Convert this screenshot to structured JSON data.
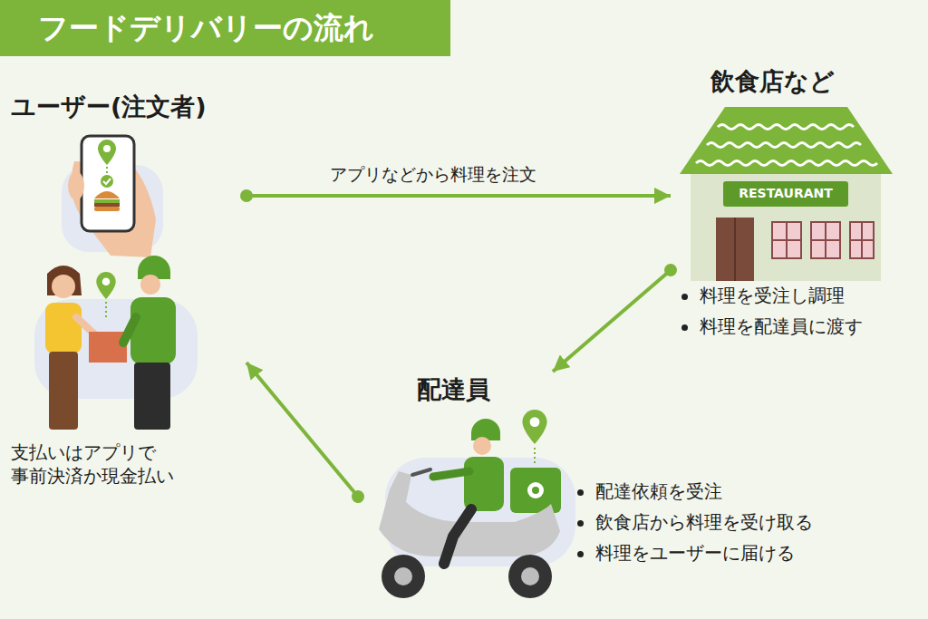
{
  "diagram": {
    "title": "フードデリバリーの流れ",
    "nodes": [
      {
        "text": [
          "ユーザー(注文者)",
          "支払いはアプリで 事前決済か現金払い"
        ]
      },
      {
        "text": [
          "飲食店など",
          "料理を受注し調理",
          "料理を配達員に渡す"
        ]
      },
      {
        "text": [
          "配達員",
          "配達依頼を受注",
          "飲食店から料理を受け取る",
          "料理をユーザーに届ける"
        ]
      }
    ],
    "edges": [
      {
        "from": 0,
        "to": 1,
        "label": "アプリなどから料理を注文",
        "arrow": "to"
      },
      {
        "from": 1,
        "to": 2,
        "arrow": "to"
      },
      {
        "from": 2,
        "to": 0,
        "arrow": "to"
      }
    ],
    "labels": [
      "RESTAURANT"
    ]
  }
}
